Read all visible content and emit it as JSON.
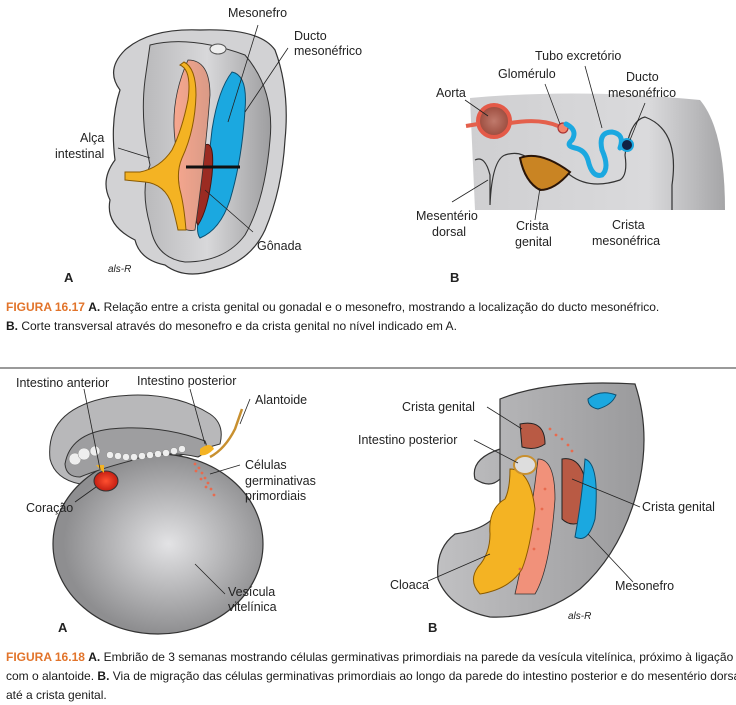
{
  "figure_16_17": {
    "panel_a": {
      "letter": "A",
      "labels": {
        "mesonefro": "Mesonefro",
        "ducto_line1": "Ducto",
        "ducto_line2": "mesonéfrico",
        "alca_line1": "Alça",
        "alca_line2": "intestinal",
        "gonada": "Gônada"
      },
      "signature": "als-R"
    },
    "panel_b": {
      "letter": "B",
      "labels": {
        "tubo": "Tubo excretório",
        "glomerulo": "Glomérulo",
        "aorta": "Aorta",
        "ducto_line1": "Ducto",
        "ducto_line2": "mesonéfrico",
        "mesenterio_line1": "Mesentério",
        "mesenterio_line2": "dorsal",
        "crista_gen_line1": "Crista",
        "crista_gen_line2": "genital",
        "crista_meso_line1": "Crista",
        "crista_meso_line2": "mesonéfrica"
      }
    },
    "caption": {
      "number": "FIGURA 16.17",
      "a_mark": "A.",
      "a_text": " Relação entre a crista genital ou gonadal e o mesonefro, mostrando a localização do ducto mesonéfrico.",
      "b_mark": "B.",
      "b_text": " Corte transversal através do mesonefro e da crista genital no nível indicado em A."
    }
  },
  "figure_16_18": {
    "panel_a": {
      "letter": "A",
      "labels": {
        "intestino_anterior": "Intestino anterior",
        "intestino_posterior": "Intestino posterior",
        "alantoide": "Alantoide",
        "celulas_line1": "Células",
        "celulas_line2": "germinativas",
        "celulas_line3": "primordiais",
        "coracao": "Coração",
        "vesicula_line1": "Vesícula",
        "vesicula_line2": "vitelínica"
      }
    },
    "panel_b": {
      "letter": "B",
      "labels": {
        "crista_genital_top": "Crista genital",
        "intestino_posterior": "Intestino posterior",
        "crista_genital_right": "Crista genital",
        "cloaca": "Cloaca",
        "mesonefro": "Mesonefro"
      },
      "signature": "als-R"
    },
    "caption": {
      "number": "FIGURA 16.18",
      "a_mark": "A.",
      "a_text": " Embrião de 3 semanas mostrando células germinativas primordiais na parede da vesícula vitelínica, próximo à ligação com o alantoide.",
      "b_mark": "B.",
      "b_text": " Via de migração das células germinativas primordiais ao longo da parede do intestino posterior e do mesentério dorsal até a crista genital."
    }
  },
  "colors": {
    "figure_number": "#e2742b",
    "gut_yellow": "#f4b323",
    "mesonephros_blue": "#1ba8e0",
    "gonad_red": "#9b2b22",
    "salmon": "#f1917a",
    "tissue_gray": "#c9c9cb"
  }
}
